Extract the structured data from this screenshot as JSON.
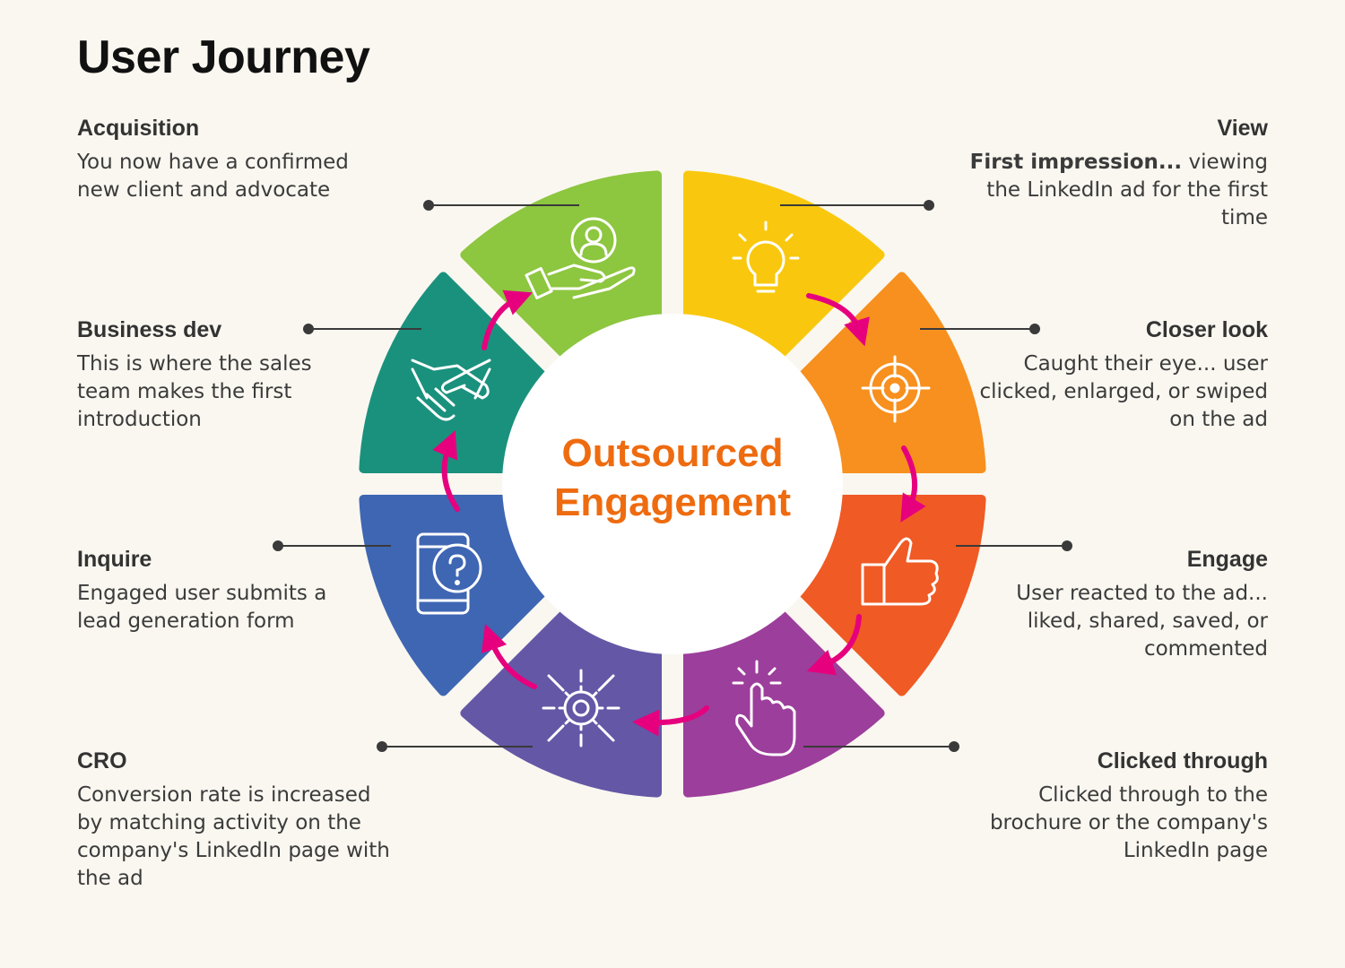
{
  "title": "User Journey",
  "center": {
    "line1": "Outsourced",
    "line2": "Engagement",
    "color": "#ee6b0f"
  },
  "steps": [
    {
      "key": "view",
      "title": "View",
      "desc_bold": "First impression...",
      "desc": " viewing the LinkedIn ad for the first time",
      "color": "#f9c80e",
      "icon": "lightbulb-icon"
    },
    {
      "key": "closer_look",
      "title": "Closer look",
      "desc": "Caught their eye... user clicked, enlarged, or swiped on the ad",
      "color": "#f7901e",
      "icon": "target-icon"
    },
    {
      "key": "engage",
      "title": "Engage",
      "desc": "User reacted to the ad... liked, shared, saved, or commented",
      "color": "#f05a24",
      "icon": "thumbs-up-icon"
    },
    {
      "key": "clicked_through",
      "title": "Clicked through",
      "desc": "Clicked through to the brochure or the company's LinkedIn page",
      "color": "#9c3e9b",
      "icon": "pointer-click-icon"
    },
    {
      "key": "cro",
      "title": "CRO",
      "desc": "Conversion rate is increased by matching activity on the company's LinkedIn page with the ad",
      "color": "#6457a6",
      "icon": "gear-arrows-icon"
    },
    {
      "key": "inquire",
      "title": "Inquire",
      "desc": "Engaged user submits a lead generation form",
      "color": "#3f66b2",
      "icon": "phone-question-icon"
    },
    {
      "key": "business_dev",
      "title": "Business dev",
      "desc": "This is where the sales team makes the first introduction",
      "color": "#1a917d",
      "icon": "handshake-icon"
    },
    {
      "key": "acquisition",
      "title": "Acquisition",
      "desc": "You now have a confirmed new client and advocate",
      "color": "#8dc63f",
      "icon": "hand-person-icon"
    }
  ],
  "arrow_color": "#e6007e"
}
